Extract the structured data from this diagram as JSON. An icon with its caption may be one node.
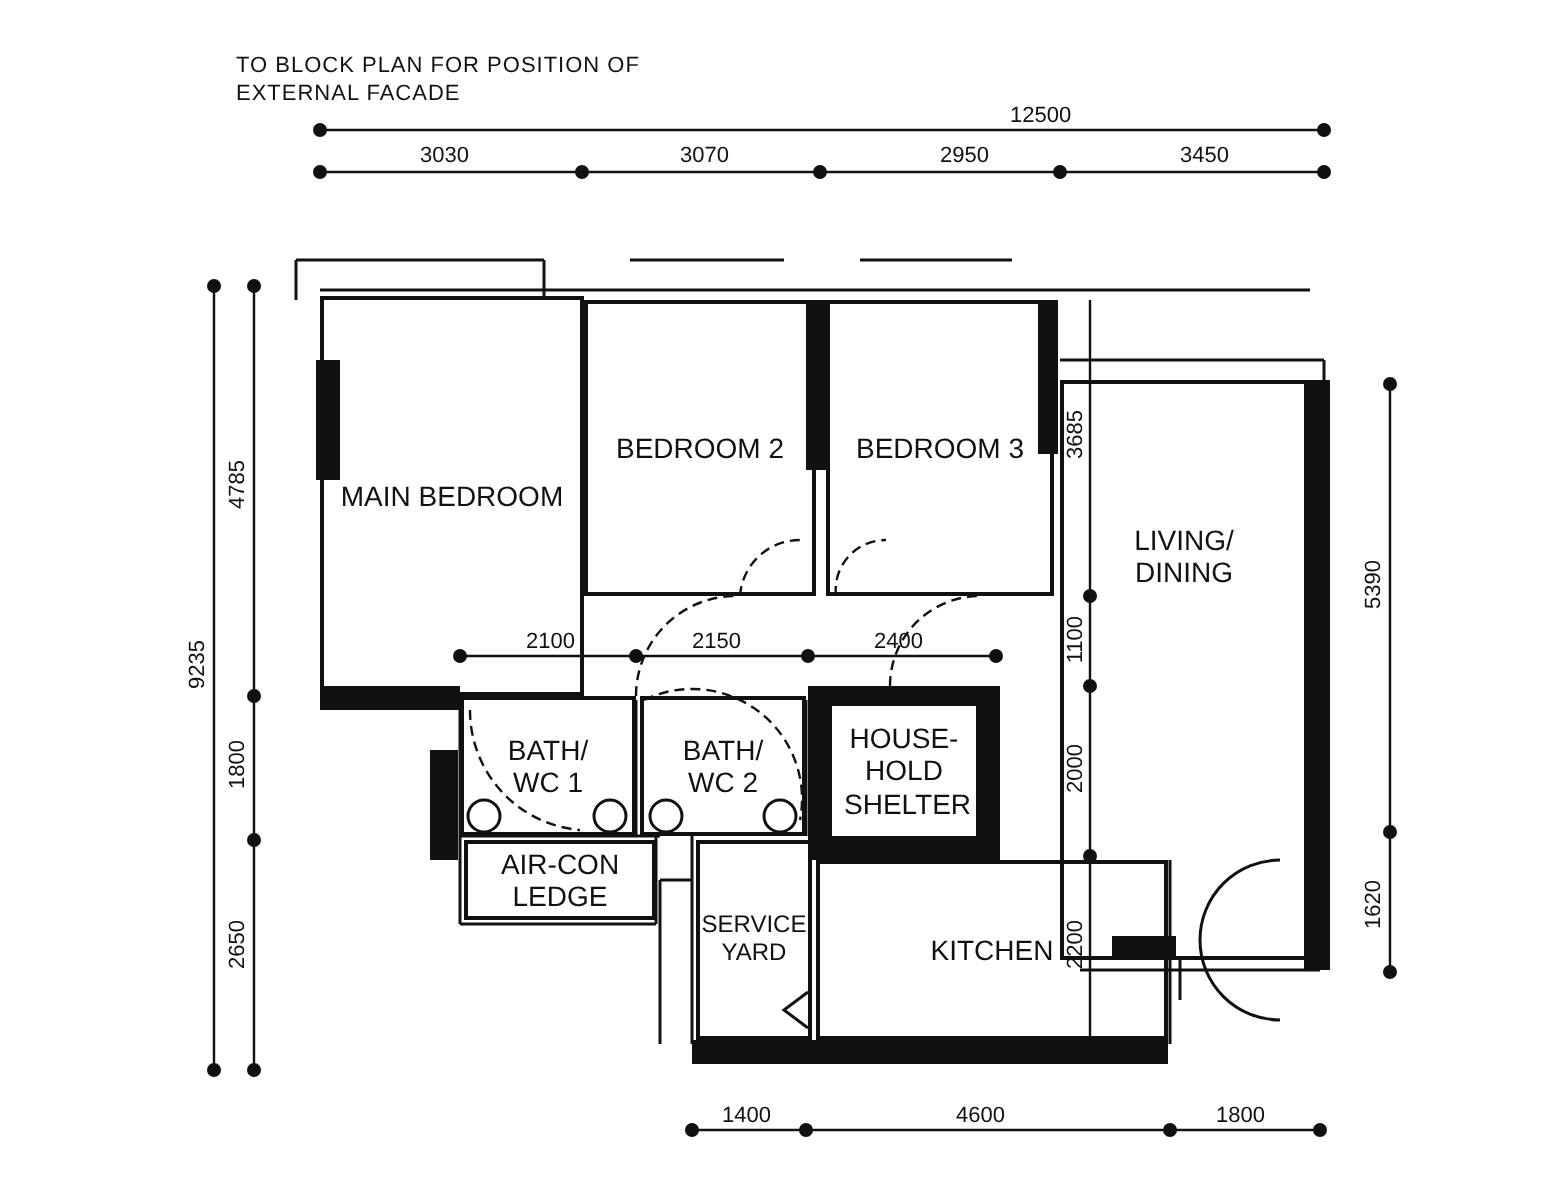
{
  "diagram": {
    "nodes": [
      {
        "text": [
          "MAIN BEDROOM"
        ]
      },
      {
        "text": [
          "BEDROOM 2"
        ]
      },
      {
        "text": [
          "BEDROOM 3"
        ]
      },
      {
        "text": [
          "LIVING/ DINING"
        ]
      },
      {
        "text": [
          "BATH/ WC 1"
        ]
      },
      {
        "text": [
          "BATH/ WC 2"
        ]
      },
      {
        "text": [
          "HOUSE- HOLD SHELTER"
        ]
      },
      {
        "text": [
          "AIR-CON LEDGE"
        ]
      },
      {
        "text": [
          "SERVICE YARD"
        ]
      },
      {
        "text": [
          "KITCHEN"
        ]
      }
    ],
    "edges": [],
    "labels": [
      "TO BLOCK PLAN FOR POSITION OF EXTERNAL FACADE",
      "12500",
      "3030",
      "3070",
      "2950",
      "3450",
      "9235",
      "4785",
      "3685",
      "5390",
      "2100",
      "2150",
      "2400",
      "1100",
      "1800",
      "2000",
      "1620",
      "2650",
      "2200",
      "1400",
      "4600",
      "1800"
    ]
  }
}
